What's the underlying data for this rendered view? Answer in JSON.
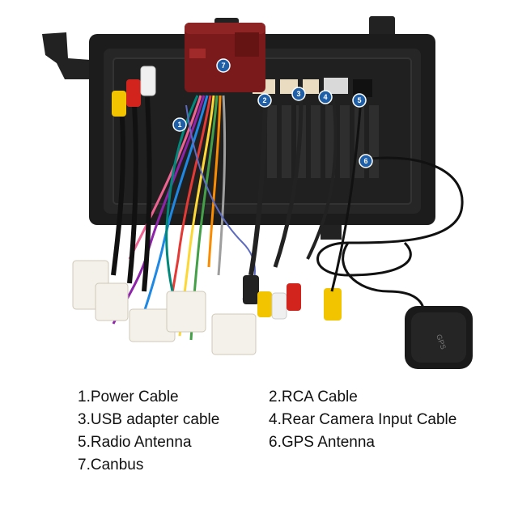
{
  "callouts": [
    "1",
    "2",
    "3",
    "4",
    "5",
    "6",
    "7"
  ],
  "gps_label": "GPS",
  "legend": [
    "1.Power Cable",
    "2.RCA Cable",
    "3.USB adapter cable",
    "4.Rear Camera Input Cable",
    "5.Radio Antenna",
    "6.GPS Antenna",
    "7.Canbus"
  ],
  "colors": {
    "unit_body": "#1c1c1c",
    "canbus_box": "#7a1a1a",
    "callout_badge": "#1f5fa8",
    "rca_yellow": "#f2c400",
    "rca_red": "#d2231c"
  }
}
